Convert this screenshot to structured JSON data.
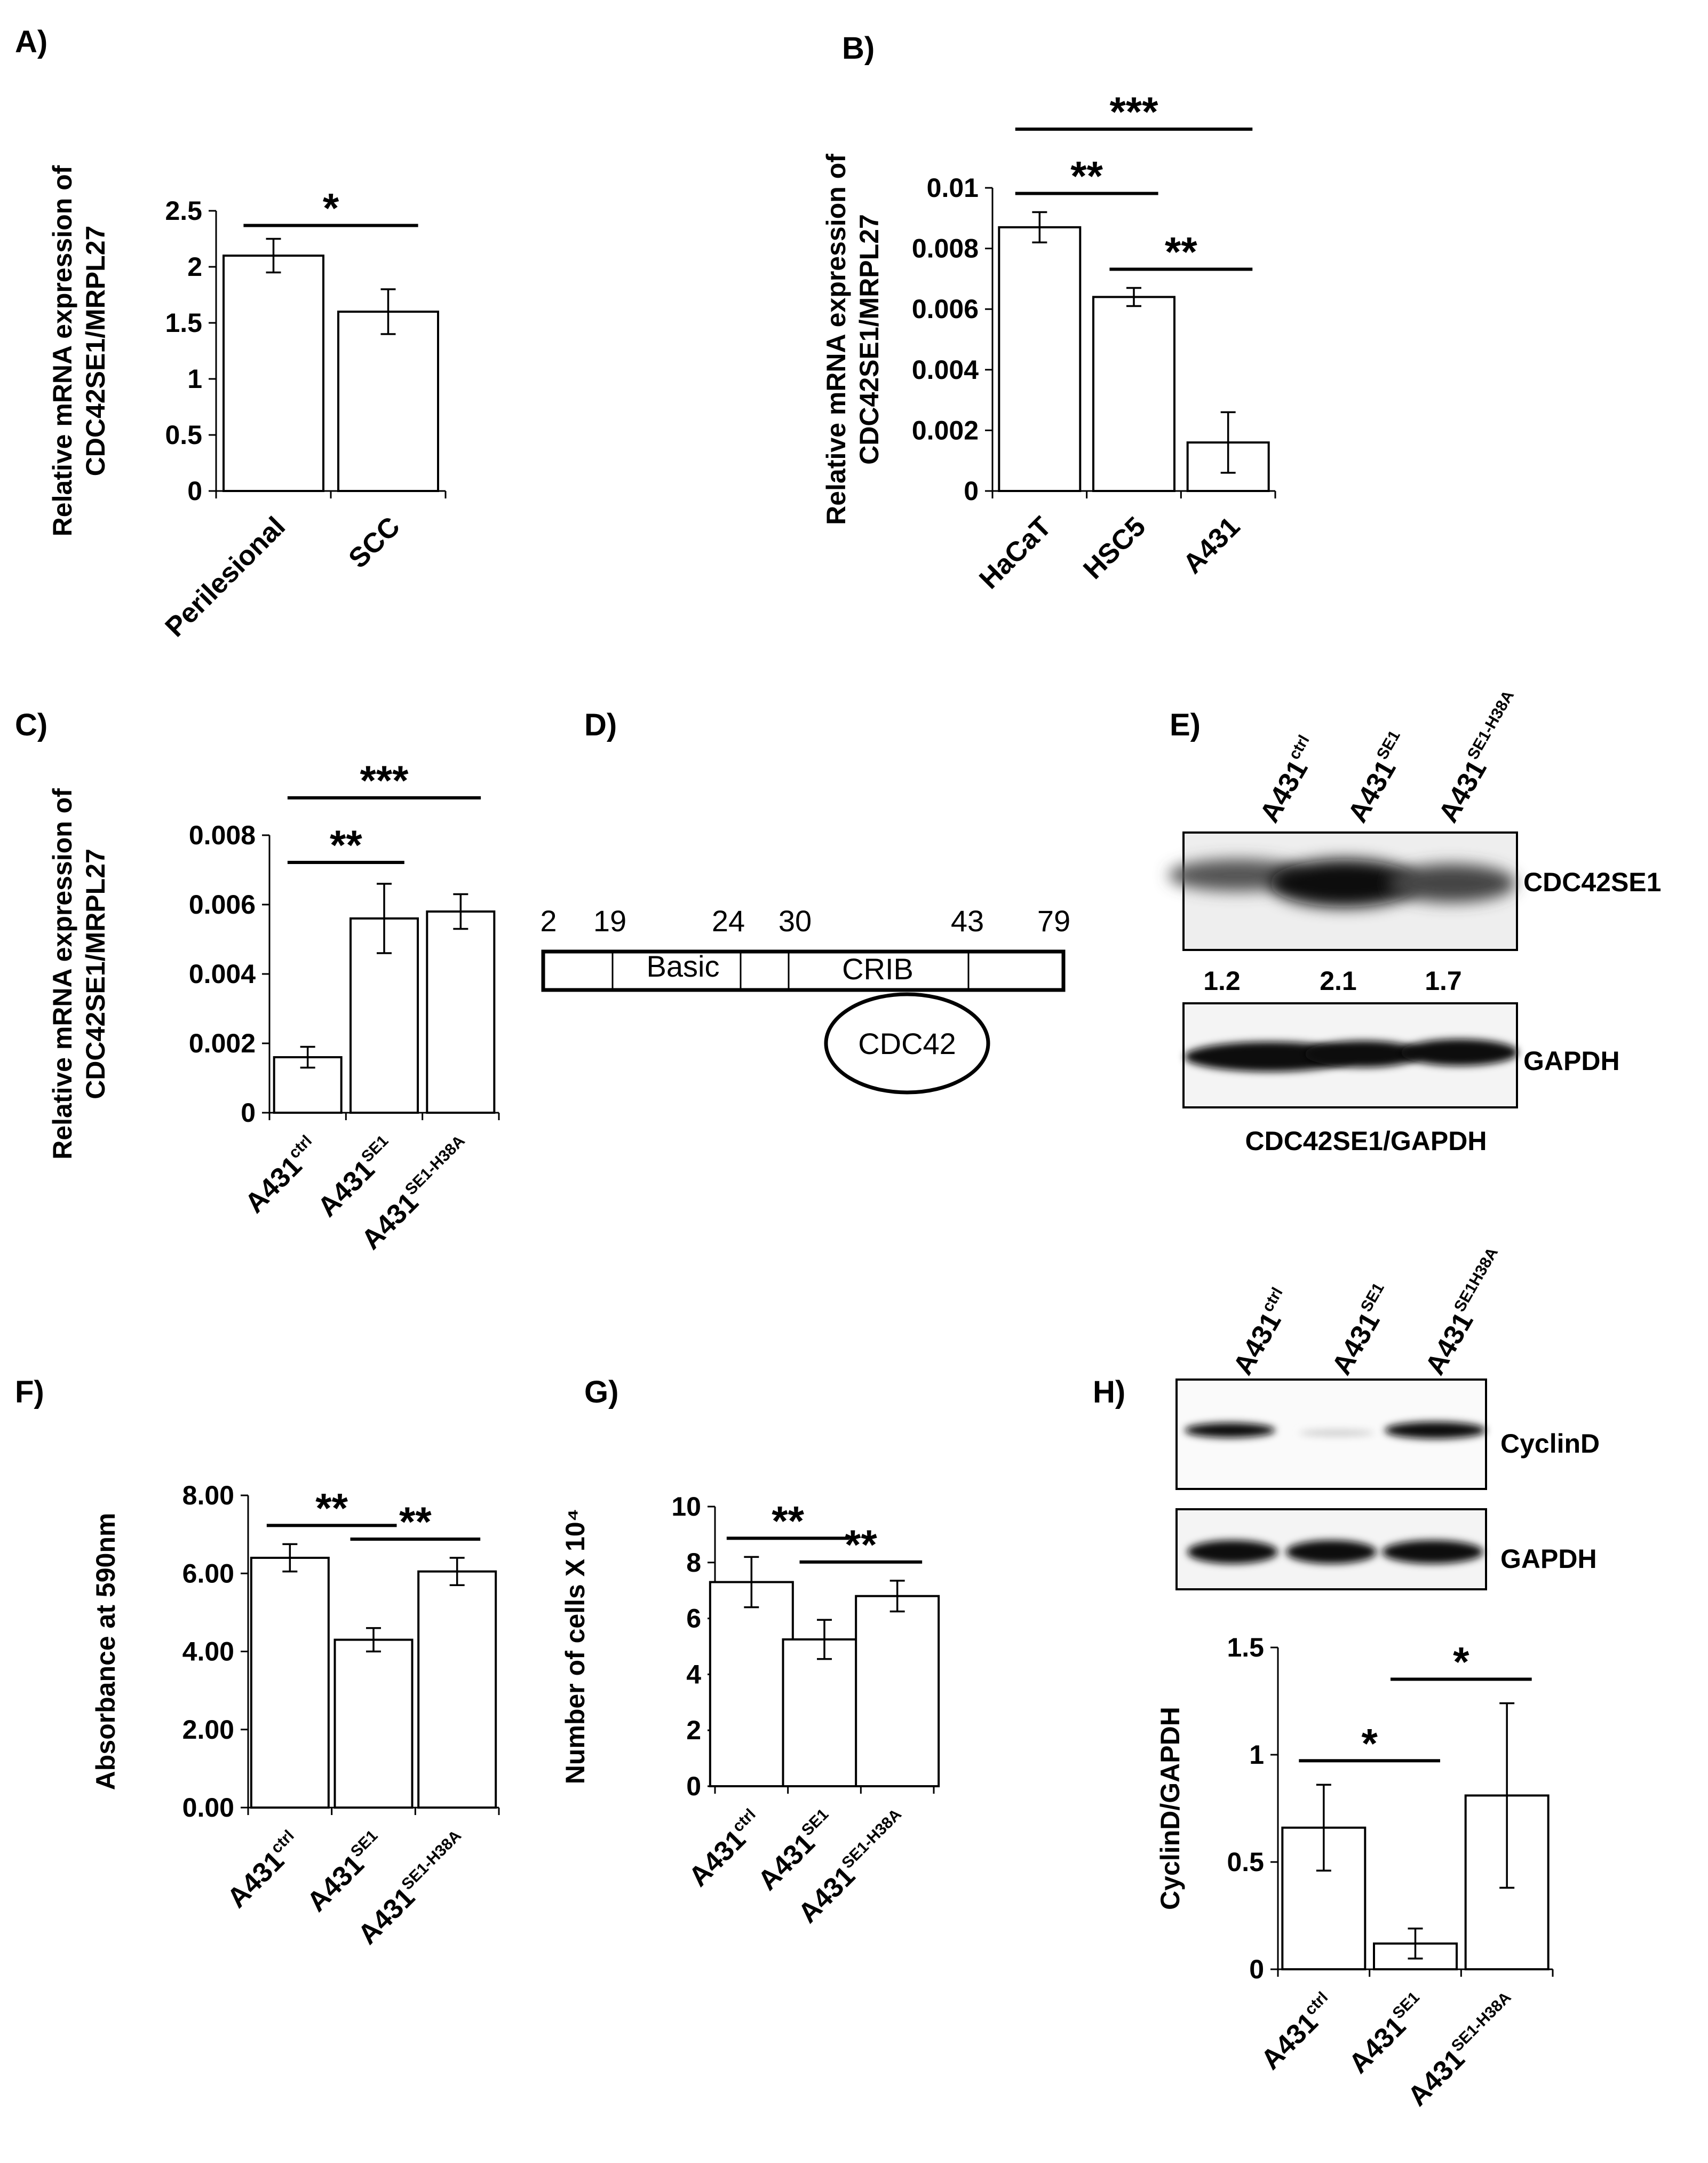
{
  "chart_data": [
    {
      "id": "A",
      "panel": "A)",
      "type": "bar",
      "categories": [
        {
          "base": "Perilesional",
          "sup": ""
        },
        {
          "base": "SCC",
          "sup": ""
        }
      ],
      "values": [
        2.1,
        1.6
      ],
      "errors": [
        0.15,
        0.2
      ],
      "ylabel": [
        "Relative mRNA expression of",
        "CDC42SE1/MRPL27"
      ],
      "ylim": [
        0,
        2.5
      ],
      "yticks": [
        0,
        0.5,
        1,
        1.5,
        2,
        2.5
      ],
      "ytick_labels": [
        "0",
        "0.5",
        "1",
        "1.5",
        "2",
        "2.5"
      ],
      "significance": [
        {
          "from": 0,
          "to": 1,
          "label": "*"
        }
      ]
    },
    {
      "id": "B",
      "panel": "B)",
      "type": "bar",
      "categories": [
        {
          "base": "HaCaT",
          "sup": ""
        },
        {
          "base": "HSC5",
          "sup": ""
        },
        {
          "base": "A431",
          "sup": ""
        }
      ],
      "values": [
        0.0087,
        0.0064,
        0.0016
      ],
      "errors": [
        0.0005,
        0.0003,
        0.001
      ],
      "ylabel": [
        "Relative mRNA expression of",
        "CDC42SE1/MRPL27"
      ],
      "ylim": [
        0,
        0.01
      ],
      "yticks": [
        0,
        0.002,
        0.004,
        0.006,
        0.008,
        0.01
      ],
      "ytick_labels": [
        "0",
        "0.002",
        "0.004",
        "0.006",
        "0.008",
        "0.01"
      ],
      "significance": [
        {
          "from": 0,
          "to": 1,
          "label": "**"
        },
        {
          "from": 1,
          "to": 2,
          "label": "**"
        },
        {
          "from": 0,
          "to": 2,
          "label": "***"
        }
      ]
    },
    {
      "id": "C",
      "panel": "C)",
      "type": "bar",
      "categories": [
        {
          "base": "A431",
          "sup": "ctrl"
        },
        {
          "base": "A431",
          "sup": "SE1"
        },
        {
          "base": "A431",
          "sup": "SE1-H38A"
        }
      ],
      "values": [
        0.0016,
        0.0056,
        0.0058
      ],
      "errors": [
        0.0003,
        0.001,
        0.0005
      ],
      "ylabel": [
        "Relative mRNA expression of",
        "CDC42SE1/MRPL27"
      ],
      "ylim": [
        0,
        0.008
      ],
      "yticks": [
        0,
        0.002,
        0.004,
        0.006,
        0.008
      ],
      "ytick_labels": [
        "0",
        "0.002",
        "0.004",
        "0.006",
        "0.008"
      ],
      "significance": [
        {
          "from": 0,
          "to": 1,
          "label": "**"
        },
        {
          "from": 0,
          "to": 2,
          "label": "***"
        }
      ]
    },
    {
      "id": "F",
      "panel": "F)",
      "type": "bar",
      "categories": [
        {
          "base": "A431",
          "sup": "ctrl"
        },
        {
          "base": "A431",
          "sup": "SE1"
        },
        {
          "base": "A431",
          "sup": "SE1-H38A"
        }
      ],
      "values": [
        6.4,
        4.3,
        6.05
      ],
      "errors": [
        0.35,
        0.3,
        0.35
      ],
      "ylabel": [
        "Absorbance at 590nm"
      ],
      "ylim": [
        0,
        8
      ],
      "yticks": [
        0,
        2,
        4,
        6,
        8
      ],
      "ytick_labels": [
        "0.00",
        "2.00",
        "4.00",
        "6.00",
        "8.00"
      ],
      "significance": [
        {
          "from": 0,
          "to": 1,
          "label": "**"
        },
        {
          "from": 1,
          "to": 2,
          "label": "**"
        }
      ]
    },
    {
      "id": "G",
      "panel": "G)",
      "type": "bar",
      "categories": [
        {
          "base": "A431",
          "sup": "ctrl"
        },
        {
          "base": "A431",
          "sup": "SE1"
        },
        {
          "base": "A431",
          "sup": "SE1-H38A"
        }
      ],
      "values": [
        7.3,
        5.25,
        6.8
      ],
      "errors": [
        0.9,
        0.7,
        0.55
      ],
      "ylabel": [
        "Number of cells X 10⁴"
      ],
      "ylim": [
        0,
        10
      ],
      "yticks": [
        0,
        2,
        4,
        6,
        8,
        10
      ],
      "ytick_labels": [
        "0",
        "2",
        "4",
        "6",
        "8",
        "10"
      ],
      "significance": [
        {
          "from": 0,
          "to": 1,
          "label": "**"
        },
        {
          "from": 1,
          "to": 2,
          "label": "**"
        }
      ]
    },
    {
      "id": "H",
      "panel": "",
      "type": "bar",
      "categories": [
        {
          "base": "A431",
          "sup": "ctrl"
        },
        {
          "base": "A431",
          "sup": "SE1"
        },
        {
          "base": "A431",
          "sup": "SE1-H38A"
        }
      ],
      "values": [
        0.66,
        0.12,
        0.81
      ],
      "errors": [
        0.2,
        0.07,
        0.43
      ],
      "ylabel": [
        "CyclinD/GAPDH"
      ],
      "ylim": [
        0,
        1.5
      ],
      "yticks": [
        0,
        0.5,
        1,
        1.5
      ],
      "ytick_labels": [
        "0",
        "0.5",
        "1",
        "1.5"
      ],
      "significance": [
        {
          "from": 0,
          "to": 1,
          "label": "*"
        },
        {
          "from": 1,
          "to": 2,
          "label": "*"
        }
      ]
    }
  ],
  "diagram": {
    "panel": "D)",
    "positions": [
      "2",
      "19",
      "24",
      "30",
      "43",
      "79"
    ],
    "domains": [
      "Basic",
      "CRIB"
    ],
    "binding_partner": "CDC42"
  },
  "blot_E": {
    "panel": "E)",
    "lanes": [
      {
        "base": "A431",
        "sup": "ctrl"
      },
      {
        "base": "A431",
        "sup": "SE1"
      },
      {
        "base": "A431",
        "sup": "SE1-H38A"
      }
    ],
    "protein_top": "CDC42SE1",
    "protein_bottom": "GAPDH",
    "ratios": [
      "1.2",
      "2.1",
      "1.7"
    ],
    "ratio_label": "CDC42SE1/GAPDH"
  },
  "blot_H": {
    "panel": "H)",
    "lanes": [
      {
        "base": "A431",
        "sup": "ctrl"
      },
      {
        "base": "A431",
        "sup": "SE1"
      },
      {
        "base": "A431",
        "sup": "SE1H38A"
      }
    ],
    "protein_top": "CyclinD",
    "protein_bottom": "GAPDH"
  }
}
